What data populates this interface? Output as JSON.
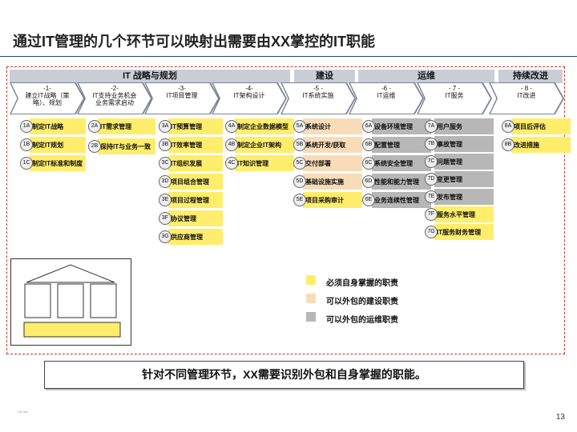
{
  "title": "通过IT管理的几个环节可以映射出需要由XX掌控的IT职能",
  "phases": {
    "strategy": "IT 战略与规划",
    "build": "建设",
    "ops": "运维",
    "improve": "持续改进"
  },
  "steps": [
    {
      "num": "-1-",
      "label": "建立IT战略（策略）、规划"
    },
    {
      "num": "-2-",
      "label": "IT支持业务机会业务需求启动"
    },
    {
      "num": "-3-",
      "label": "IT项目管理"
    },
    {
      "num": "-4-",
      "label": "IT架构设计"
    },
    {
      "num": "-5 -",
      "label": "IT系统实施"
    },
    {
      "num": "-6 -",
      "label": "IT运维"
    },
    {
      "num": "- 7 -",
      "label": "IT服务"
    },
    {
      "num": "- 8 -",
      "label": "IT改进"
    }
  ],
  "items": {
    "c1": [
      {
        "id": "1A",
        "text": "制定IT战略",
        "kind": "y"
      },
      {
        "id": "1B",
        "text": "制定IT规划",
        "kind": "y"
      },
      {
        "id": "1C",
        "text": "制定IT标准和制度",
        "kind": "y"
      }
    ],
    "c2": [
      {
        "id": "2A",
        "text": "IT需求管理",
        "kind": "y"
      },
      {
        "id": "2B",
        "text": "保持IT与业务一致",
        "kind": "y"
      }
    ],
    "c3": [
      {
        "id": "3A",
        "text": "IT预算管理",
        "kind": "y"
      },
      {
        "id": "3B",
        "text": "IT效率管理",
        "kind": "y"
      },
      {
        "id": "3C",
        "text": "IT组织发展",
        "kind": "y"
      },
      {
        "id": "3D",
        "text": "项目组合管理",
        "kind": "y"
      },
      {
        "id": "3E",
        "text": "项目过程管理",
        "kind": "y"
      },
      {
        "id": "3F",
        "text": "协议管理",
        "kind": "y"
      },
      {
        "id": "3G",
        "text": "供应商管理",
        "kind": "y"
      }
    ],
    "c4": [
      {
        "id": "4A",
        "text": "制定企业数据模型",
        "kind": "y"
      },
      {
        "id": "4B",
        "text": "制定企业IT架构",
        "kind": "y"
      },
      {
        "id": "4C",
        "text": "IT知识管理",
        "kind": "y"
      }
    ],
    "c5": [
      {
        "id": "5A",
        "text": "系统设计",
        "kind": "p"
      },
      {
        "id": "5B",
        "text": "系统开发/获取",
        "kind": "p"
      },
      {
        "id": "5C",
        "text": "交付部署",
        "kind": "p"
      },
      {
        "id": "5D",
        "text": "基础设施实施",
        "kind": "p"
      },
      {
        "id": "5E",
        "text": "项目采购审计",
        "kind": "y"
      }
    ],
    "c6": [
      {
        "id": "6A",
        "text": "设备环境管理",
        "kind": "g"
      },
      {
        "id": "6B",
        "text": "配置管理",
        "kind": "g"
      },
      {
        "id": "6C",
        "text": "系统安全管理",
        "kind": "g"
      },
      {
        "id": "6D",
        "text": "性能和能力管理",
        "kind": "g"
      },
      {
        "id": "6E",
        "text": "业务连续性管理",
        "kind": "g"
      }
    ],
    "c7": [
      {
        "id": "7A",
        "text": "用户服务",
        "kind": "g"
      },
      {
        "id": "7B",
        "text": "事故管理",
        "kind": "g"
      },
      {
        "id": "7C",
        "text": "问题管理",
        "kind": "g"
      },
      {
        "id": "7D",
        "text": "变更管理",
        "kind": "g"
      },
      {
        "id": "7E",
        "text": "发布管理",
        "kind": "g"
      },
      {
        "id": "7F",
        "text": "服务水平管理",
        "kind": "y"
      },
      {
        "id": "7G",
        "text": "IT服务财务管理",
        "kind": "y"
      }
    ],
    "c8": [
      {
        "id": "8A",
        "text": "项目后评估",
        "kind": "y"
      },
      {
        "id": "8B",
        "text": "改进措施",
        "kind": "y"
      }
    ]
  },
  "legend": [
    {
      "label": "必须自身掌握的职责",
      "color": "#ffed6b"
    },
    {
      "label": "可以外包的建设职责",
      "color": "#f8dcb8"
    },
    {
      "label": "可以外包的运维职责",
      "color": "#b7b7b7"
    }
  ],
  "colors": {
    "y": "#ffed6b",
    "p": "#f8dcb8",
    "g": "#b7b7b7"
  },
  "banner": "针对不同管理环节，XX需要识别外包和自身掌握的职能。",
  "page_number": "13",
  "footer_small": "CE old"
}
